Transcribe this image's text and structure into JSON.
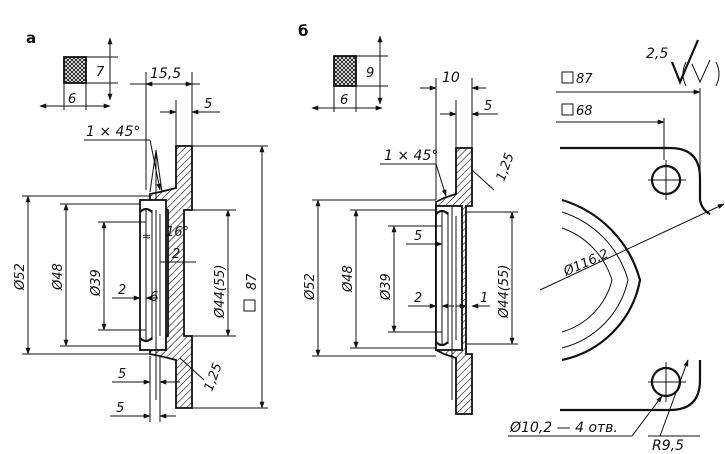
{
  "panels": {
    "a": {
      "label": "а",
      "sample": {
        "width": "6",
        "height": "7"
      },
      "dims": {
        "top_width": "15,5",
        "flange": "5",
        "chamfer": "1 × 45°",
        "angle": "16°",
        "d52": "Ø52",
        "d48": "Ø48",
        "d39": "Ø39",
        "d44": "Ø44(55)",
        "sq87": "87",
        "groove": "2",
        "g2": "2",
        "w6": "6",
        "b5a": "5",
        "b5b": "5",
        "r125": "1,25"
      }
    },
    "b": {
      "label": "б",
      "sample": {
        "width": "6",
        "height": "9"
      },
      "dims": {
        "top_width": "10",
        "flange": "5",
        "chamfer": "1 × 45°",
        "r125": "1,25",
        "d52": "Ø52",
        "d48": "Ø48",
        "d39": "Ø39",
        "d44": "Ø44(55)",
        "g5": "5",
        "g2": "2",
        "g1": "1"
      }
    },
    "plan": {
      "roughness": "2,5",
      "sq87": "87",
      "sq68": "68",
      "d116": "Ø116,2",
      "holes": "Ø10,2 — 4 отв.",
      "radius": "R9,5"
    }
  }
}
